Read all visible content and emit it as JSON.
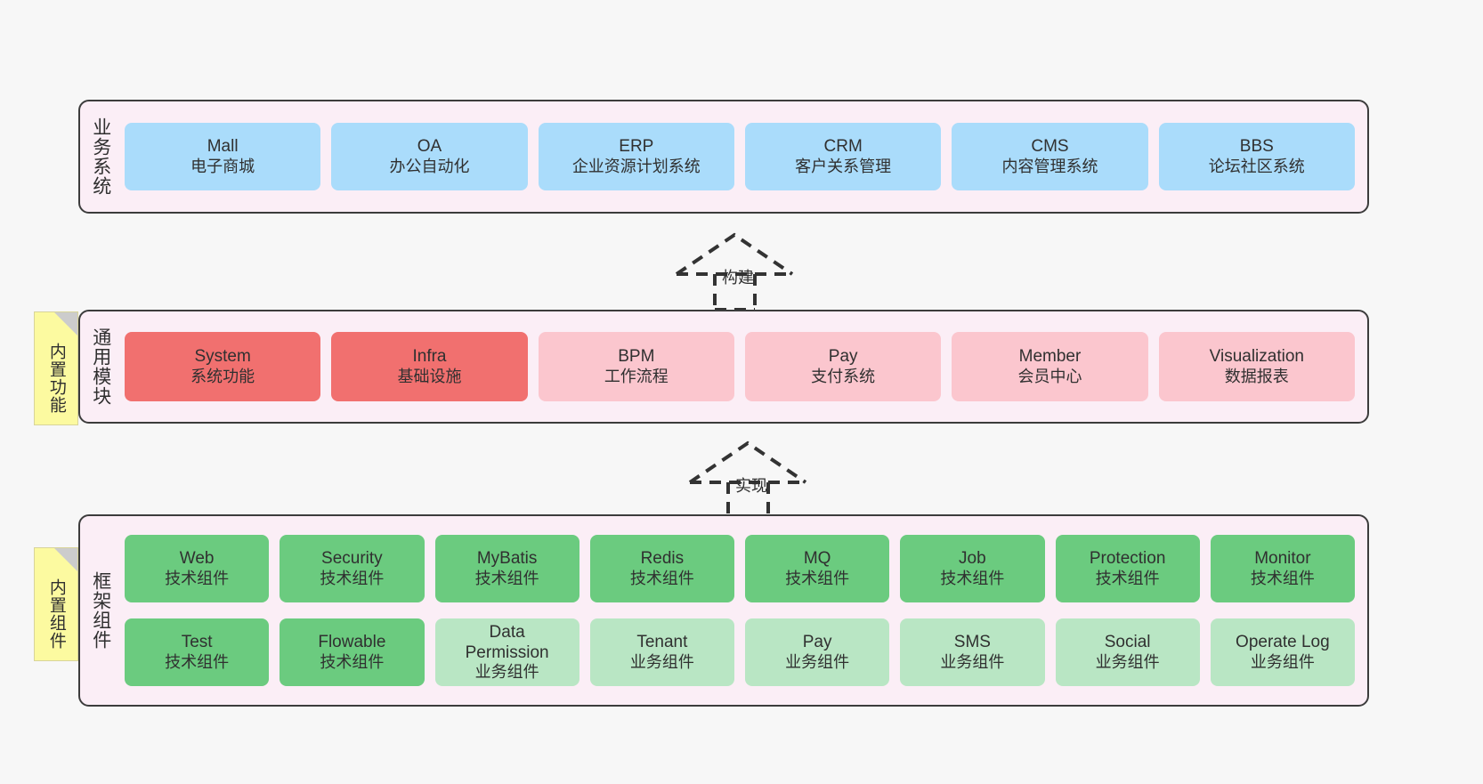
{
  "diagram": {
    "background": "#f7f7f7",
    "band_fill": "#fbeef6",
    "band_stroke": "#3c3c3c",
    "note_fill": "#fcfaa0",
    "colors": {
      "business": "#aadcfb",
      "module_core": "#f1706f",
      "module_optional": "#fbc6ce",
      "tech_component": "#6bcb7f",
      "biz_component": "#b9e6c4"
    }
  },
  "layers": {
    "business": {
      "title": "业务系统",
      "cards": [
        {
          "en": "Mall",
          "cn": "电子商城"
        },
        {
          "en": "OA",
          "cn": "办公自动化"
        },
        {
          "en": "ERP",
          "cn": "企业资源计划系统"
        },
        {
          "en": "CRM",
          "cn": "客户关系管理"
        },
        {
          "en": "CMS",
          "cn": "内容管理系统"
        },
        {
          "en": "BBS",
          "cn": "论坛社区系统"
        }
      ]
    },
    "modules": {
      "title": "通用模块",
      "note": "内置功能",
      "cards": [
        {
          "en": "System",
          "cn": "系统功能"
        },
        {
          "en": "Infra",
          "cn": "基础设施"
        },
        {
          "en": "BPM",
          "cn": "工作流程"
        },
        {
          "en": "Pay",
          "cn": "支付系统"
        },
        {
          "en": "Member",
          "cn": "会员中心"
        },
        {
          "en": "Visualization",
          "cn": "数据报表"
        }
      ]
    },
    "framework": {
      "title": "框架组件",
      "note": "内置组件",
      "row1": [
        {
          "en": "Web",
          "cn": "技术组件"
        },
        {
          "en": "Security",
          "cn": "技术组件"
        },
        {
          "en": "MyBatis",
          "cn": "技术组件"
        },
        {
          "en": "Redis",
          "cn": "技术组件"
        },
        {
          "en": "MQ",
          "cn": "技术组件"
        },
        {
          "en": "Job",
          "cn": "技术组件"
        },
        {
          "en": "Protection",
          "cn": "技术组件"
        },
        {
          "en": "Monitor",
          "cn": "技术组件"
        }
      ],
      "row2": [
        {
          "en": "Test",
          "cn": "技术组件"
        },
        {
          "en": "Flowable",
          "cn": "技术组件"
        },
        {
          "en": "Data Permission",
          "cn": "业务组件"
        },
        {
          "en": "Tenant",
          "cn": "业务组件"
        },
        {
          "en": "Pay",
          "cn": "业务组件"
        },
        {
          "en": "SMS",
          "cn": "业务组件"
        },
        {
          "en": "Social",
          "cn": "业务组件"
        },
        {
          "en": "Operate Log",
          "cn": "业务组件"
        }
      ]
    }
  },
  "connectors": [
    {
      "label": "构建"
    },
    {
      "label": "实现"
    }
  ]
}
